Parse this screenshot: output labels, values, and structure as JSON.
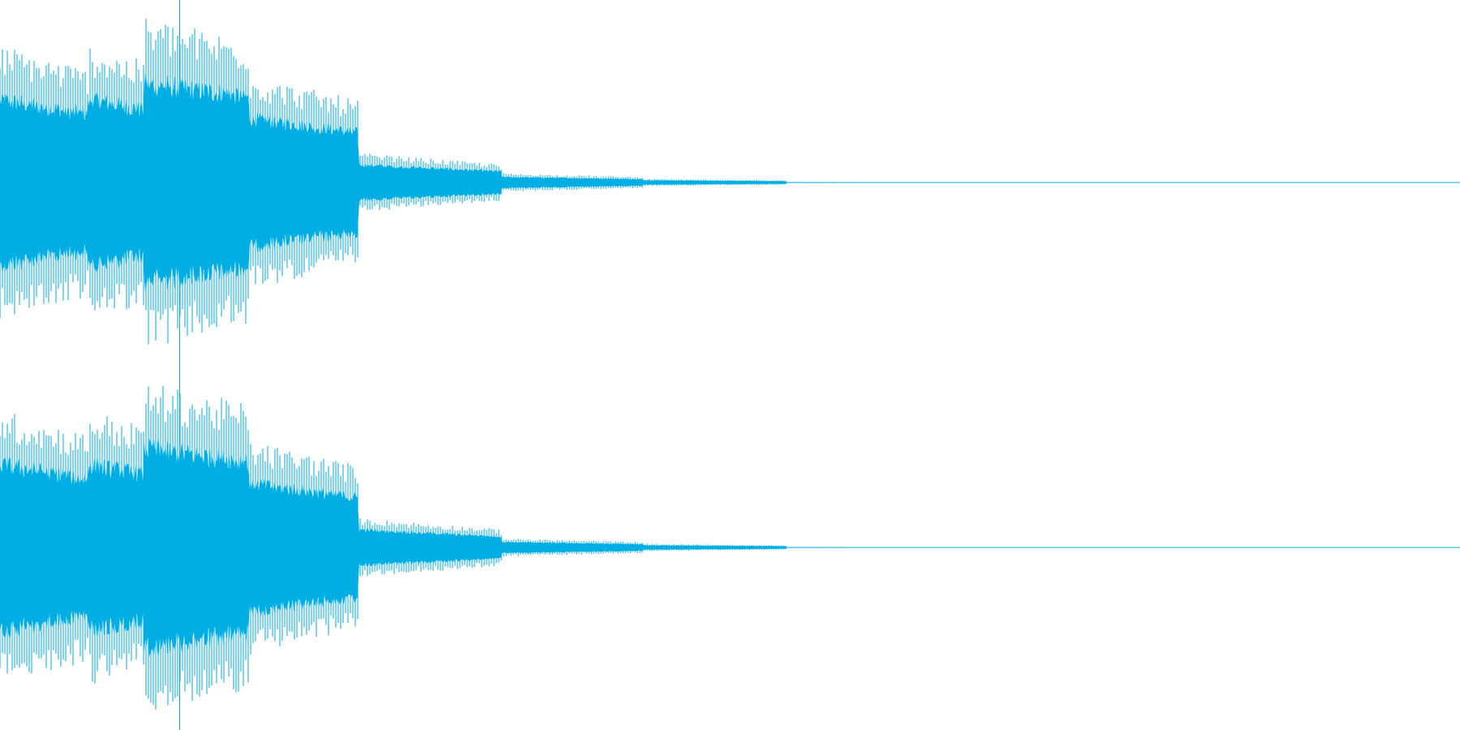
{
  "chart_data": {
    "type": "area",
    "title": "",
    "xlabel": "",
    "ylabel": "",
    "grid": false,
    "legend": "none",
    "channels": 2,
    "ylim": [
      -1,
      1
    ],
    "xlim": [
      0,
      1
    ],
    "color": "#00aee4",
    "playhead": 0.123,
    "series": [
      {
        "x": [
          0,
          0.06,
          0.061,
          0.098,
          0.099,
          0.17,
          0.171,
          0.245,
          0.246,
          0.343,
          0.344,
          0.44,
          0.441,
          0.538,
          0.539,
          0.637,
          0.638,
          1
        ],
        "amplitude": [
          0.75,
          0.62,
          0.75,
          0.66,
          0.9,
          0.78,
          0.58,
          0.45,
          0.16,
          0.1,
          0.05,
          0.03,
          0.02,
          0.012,
          0.003,
          0.002,
          0,
          0
        ]
      },
      {
        "x": [
          0,
          0.06,
          0.061,
          0.098,
          0.099,
          0.17,
          0.171,
          0.245,
          0.246,
          0.343,
          0.344,
          0.44,
          0.441,
          0.538,
          0.539,
          0.637,
          0.638,
          1
        ],
        "amplitude": [
          0.75,
          0.62,
          0.75,
          0.66,
          0.9,
          0.78,
          0.58,
          0.45,
          0.16,
          0.1,
          0.05,
          0.03,
          0.02,
          0.012,
          0.003,
          0.002,
          0,
          0
        ]
      }
    ]
  }
}
